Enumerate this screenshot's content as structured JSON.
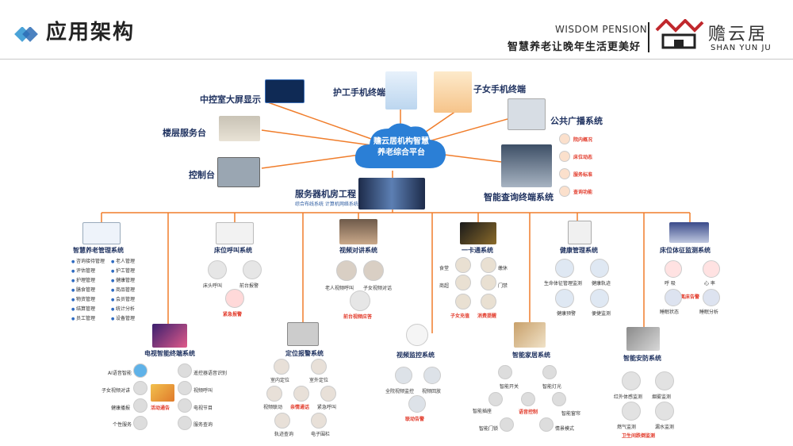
{
  "header": {
    "title": "应用架构",
    "brand_en": "WISDOM PENSION",
    "slogan": "智慧养老让晚年生活更美好",
    "brand_cn": "赡云居",
    "brand_pinyin": "SHAN YUN JU"
  },
  "center": {
    "cloud_line1": "赡云居机构智慧",
    "cloud_line2": "养老综合平台",
    "server_title": "服务器机房工程",
    "server_sub": "综合布线系统 计算机网络系统"
  },
  "top_terminals": {
    "big_screen": "中控室大屏显示",
    "floor_desk": "楼层服务台",
    "console": "控制台",
    "nurse_phone": "护工手机终端",
    "child_phone": "子女手机终端",
    "broadcast": "公共广播系统",
    "query_terminal": "智能查询终端系统",
    "query_items": [
      "院内概况",
      "床位动态",
      "服务标准",
      "查询功能"
    ]
  },
  "systems": {
    "pension_mgmt": {
      "title": "智慧养老管理系统",
      "left": [
        "咨询接待管理",
        "评估管理",
        "护理管理",
        "膳食管理",
        "物资管理",
        "结算管理",
        "员工管理"
      ],
      "right": [
        "老人管理",
        "护工管理",
        "健康管理",
        "商品管理",
        "会员管理",
        "统计分析",
        "设备管理"
      ]
    },
    "bed_call": {
      "title": "床位呼叫系统",
      "items": [
        "床头呼叫",
        "前台报警"
      ],
      "alert": "紧急报警"
    },
    "video_talk": {
      "title": "视频对讲系统",
      "items": [
        "老人视频呼叫",
        "子女视频对话"
      ],
      "alert": "前台视频应答"
    },
    "card": {
      "title": "一卡通系统",
      "items": [
        "食堂",
        "商超",
        "缴休",
        "门禁"
      ],
      "alerts": [
        "子女充值",
        "消费提醒"
      ]
    },
    "health": {
      "title": "健康管理系统",
      "items": [
        "生命体征管理监测",
        "健康轨迹",
        "健康预警",
        "便捷监测"
      ]
    },
    "bed_vital": {
      "title": "床位体征监测系统",
      "items": [
        "呼 吸",
        "心 率",
        "睡眠状态",
        "睡眠分析"
      ],
      "alert": "离床告警"
    },
    "tv_terminal": {
      "title": "电视智能终端系统",
      "left": [
        "AI语音智能",
        "子女视频对讲",
        "健康播报",
        "个性服务"
      ],
      "right": [
        "遥控器语音识别",
        "视频呼叫",
        "电视节目",
        "服务查询"
      ],
      "alert": "活动通告"
    },
    "positioning": {
      "title": "定位报警系统",
      "items": [
        "室内定位",
        "室外定位",
        "视频联动",
        "紧急呼叫",
        "轨迹查询",
        "电子围栏"
      ],
      "alert": "亲情通话"
    },
    "video_monitor": {
      "title": "视频监控系统",
      "items": [
        "全院视频监控",
        "视频回放"
      ],
      "alert": "联动告警"
    },
    "smart_home": {
      "title": "智能家居系统",
      "items": [
        "智能开关",
        "智能灯光",
        "智能插座",
        "智能窗帘",
        "智能门锁",
        "情景模式"
      ],
      "alert": "语音控制"
    },
    "security": {
      "title": "智能安防系统",
      "items": [
        "红外体感监测",
        "烟雾监测",
        "燃气监测",
        "漏水监测"
      ],
      "alert": "卫生间跌倒监测"
    }
  },
  "colors": {
    "connector": "#f07d2b",
    "cloud": "#2b7fd6",
    "title_navy": "#1f3260",
    "alert_red": "#e23b2b"
  }
}
